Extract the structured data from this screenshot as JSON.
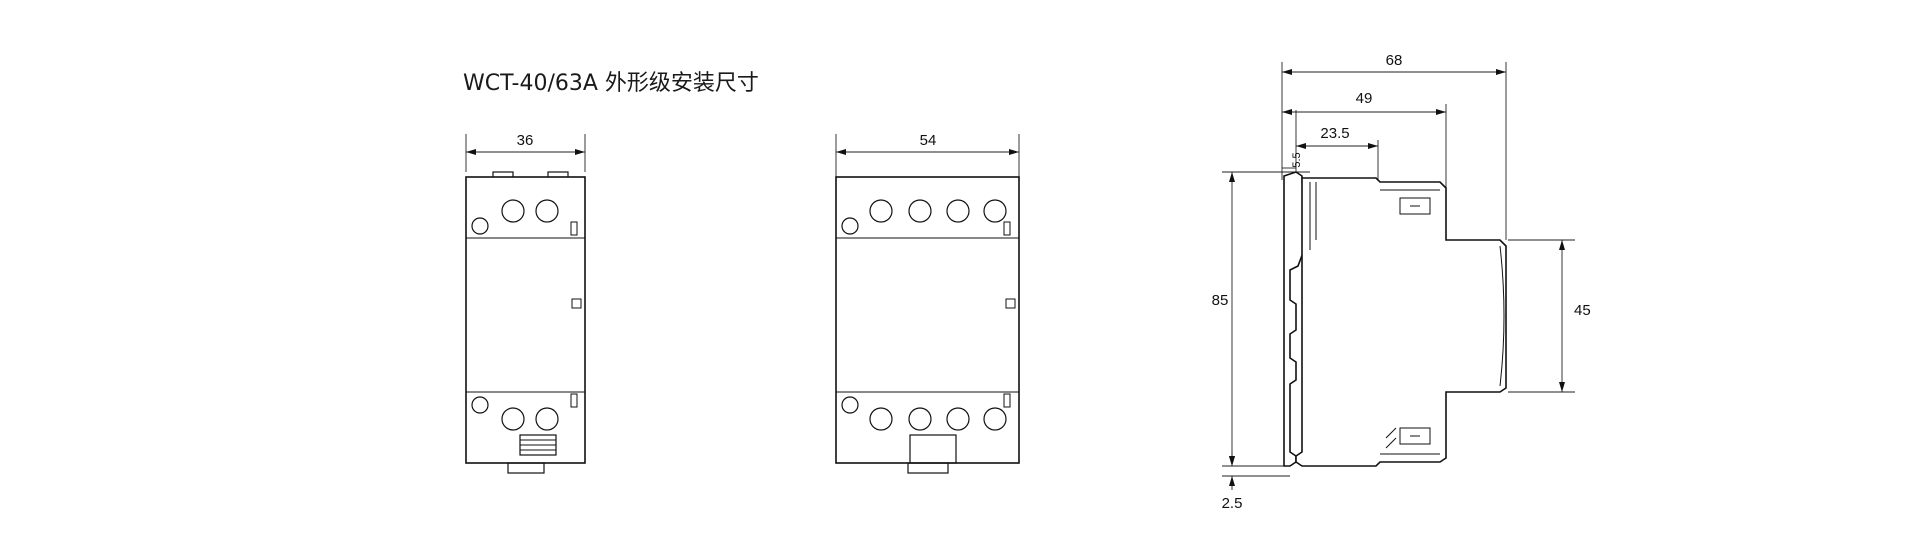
{
  "title": "WCT-40/63A 外形级安装尺寸",
  "front_view_2p": {
    "width_label": "36"
  },
  "front_view_4p": {
    "width_label": "54"
  },
  "side_view": {
    "depth_total_label": "68",
    "depth_mid_label": "49",
    "depth_front_label": "23.5",
    "offset_label": "5.5",
    "height_label": "85",
    "rail_height_label": "45",
    "bottom_label": "2.5"
  }
}
